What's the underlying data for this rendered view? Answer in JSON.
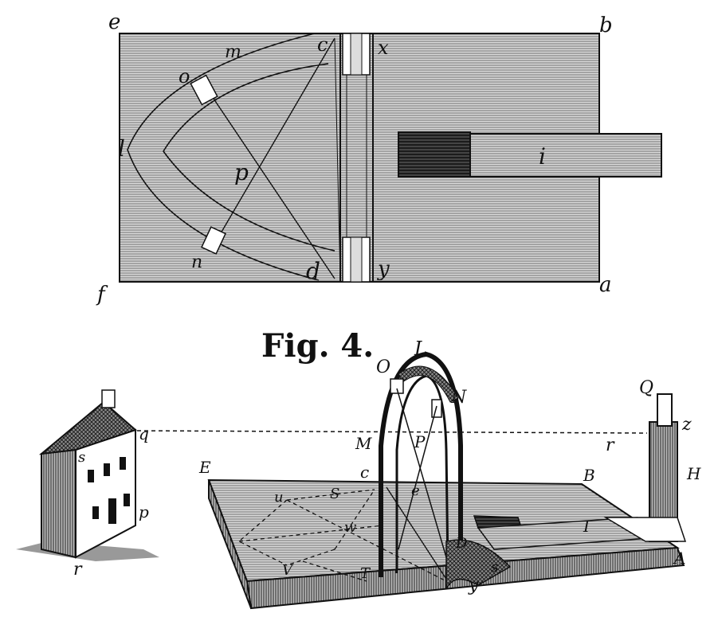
{
  "figure": {
    "caption": "Fig. 4.",
    "plan_labels": {
      "e": "e",
      "b": "b",
      "f": "f",
      "a": "a",
      "m": "m",
      "c": "c",
      "x": "x",
      "o": "o",
      "l": "l",
      "p": "p",
      "i": "i",
      "n": "n",
      "d": "d",
      "y": "y"
    },
    "perspective_labels": {
      "L": "L",
      "O": "O",
      "N": "N",
      "Q": "Q",
      "z": "z",
      "M": "M",
      "P": "P",
      "q": "q",
      "r_upper": "r",
      "s": "s",
      "E": "E",
      "c": "c",
      "B": "B",
      "H": "H",
      "u": "u",
      "S": "S",
      "e": "e",
      "w": "w",
      "p": "p",
      "I": "I",
      "D": "D",
      "A": "A",
      "r_lower": "r",
      "V": "V",
      "T": "T",
      "s_lower": "s",
      "y": "y"
    }
  }
}
